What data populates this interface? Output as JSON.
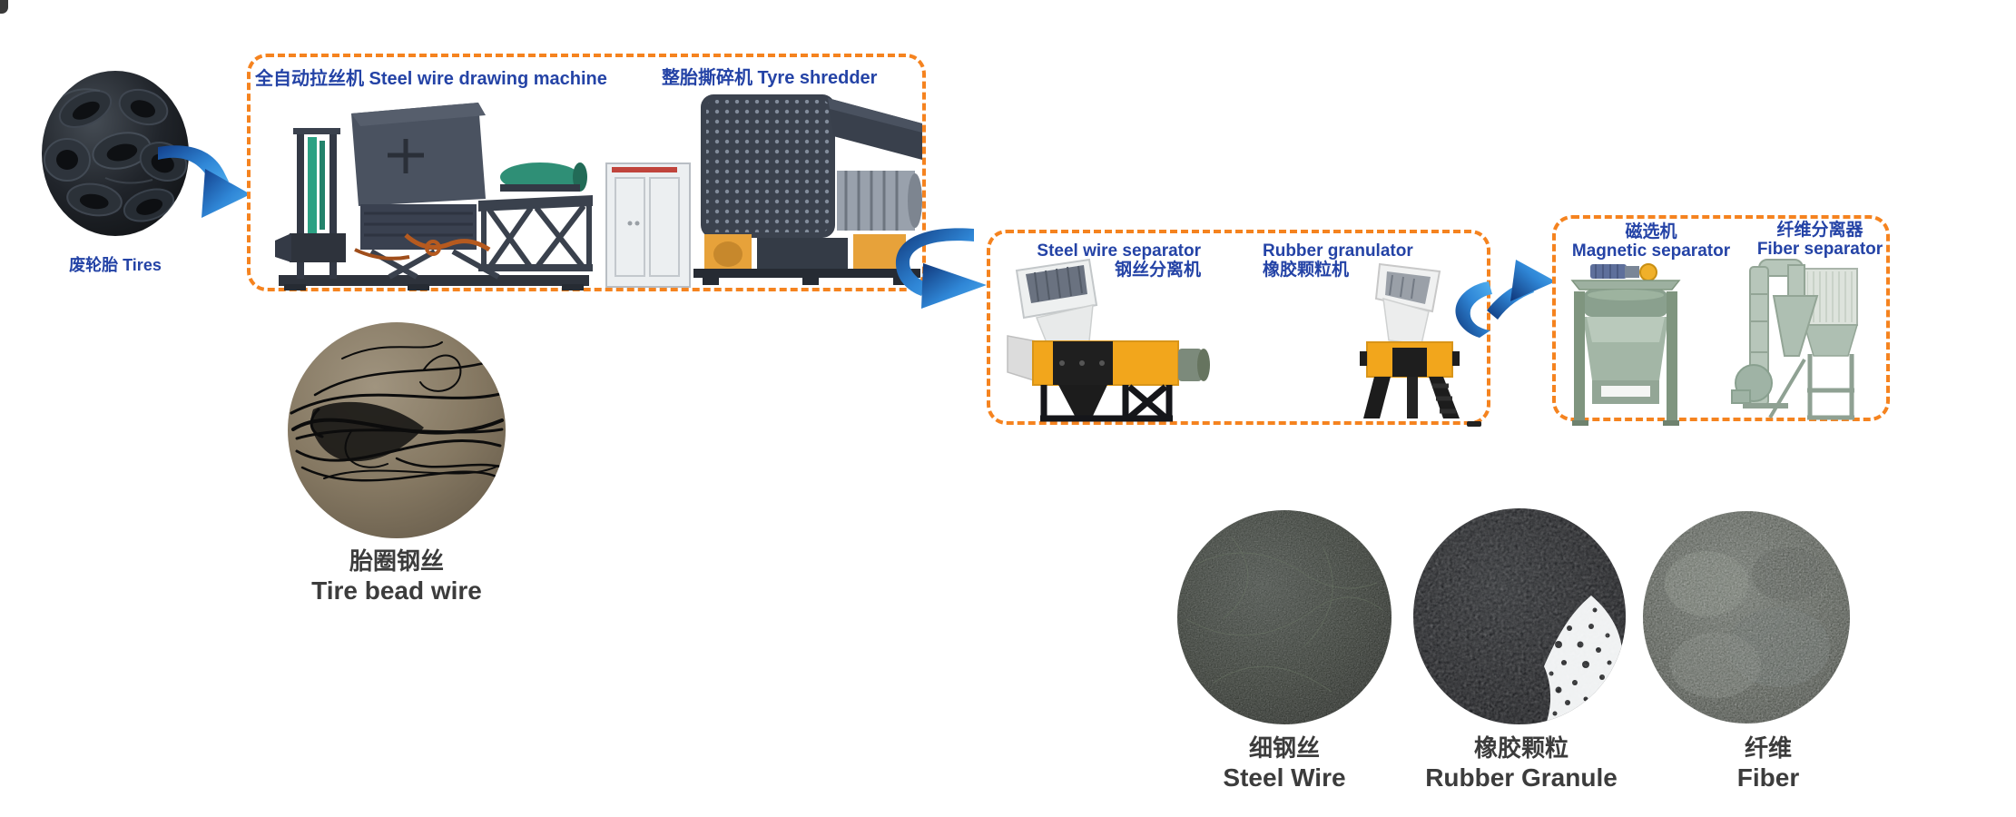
{
  "tires": {
    "caption": "废轮胎 Tires"
  },
  "tire_bead_wire": {
    "caption_zh": "胎圈钢丝",
    "caption_en": "Tire bead wire"
  },
  "shredding_station": {
    "machines": [
      {
        "label": "全自动拉丝机 Steel wire drawing machine"
      },
      {
        "label": "整胎撕碎机 Tyre shredder"
      }
    ]
  },
  "separation_station": {
    "machines": [
      {
        "label_en": "Steel wire separator",
        "label_zh": "钢丝分离机"
      },
      {
        "label_en": "Rubber granulator",
        "label_zh": "橡胶颗粒机"
      }
    ]
  },
  "refining_station": {
    "machines": [
      {
        "label_zh": "磁选机",
        "label_en": "Magnetic separator"
      },
      {
        "label_zh": "纤维分离器",
        "label_en": "Fiber separator"
      }
    ]
  },
  "outputs": [
    {
      "caption_zh": "细钢丝",
      "caption_en": "Steel Wire"
    },
    {
      "caption_zh": "橡胶颗粒",
      "caption_en": "Rubber Granule"
    },
    {
      "caption_zh": "纤维",
      "caption_en": "Fiber"
    }
  ],
  "colors": {
    "dashed_box_border": "#F5831F",
    "label_blue": "#2443A6",
    "caption_dark": "#3C3C3C",
    "arrow_dark_blue": "#123E8A",
    "arrow_light_blue": "#4FB0F0"
  }
}
